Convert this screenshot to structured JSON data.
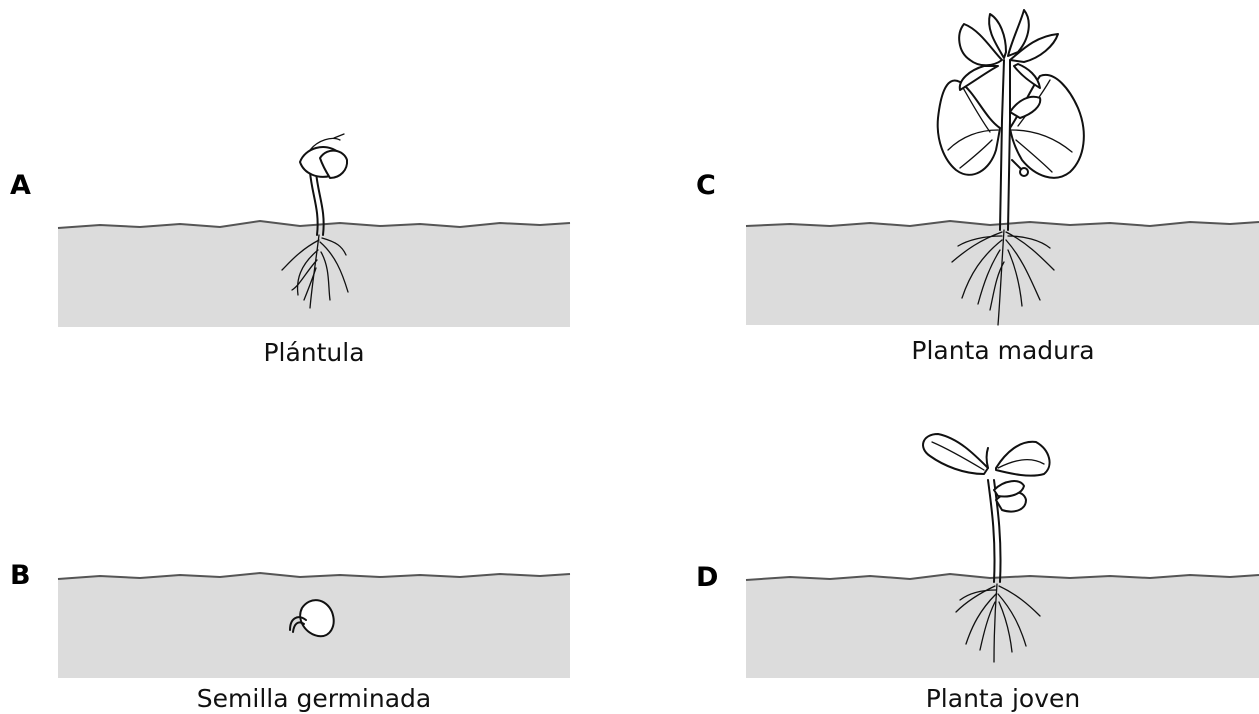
{
  "panels": [
    {
      "letter": "A",
      "caption": "Plántula"
    },
    {
      "letter": "B",
      "caption": "Semilla germinada"
    },
    {
      "letter": "C",
      "caption": "Planta madura"
    },
    {
      "letter": "D",
      "caption": "Planta joven"
    }
  ],
  "colors": {
    "soil": "#dcdcdc",
    "ink": "#111111",
    "background": "#ffffff"
  }
}
